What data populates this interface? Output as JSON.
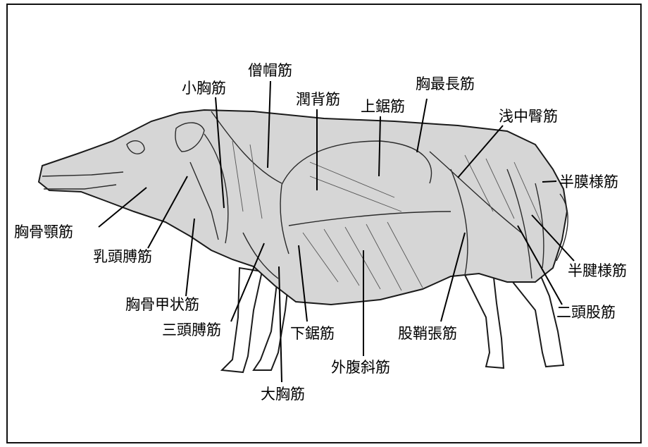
{
  "labels": {
    "sokyokin": "僧帽筋",
    "shokyokin": "小胸筋",
    "junhaikin": "潤背筋",
    "kyosaichokin": "胸最長筋",
    "jokyokin": "上鋸筋",
    "sentyudenkin": "浅中臀筋",
    "hanmakuyokin": "半膜様筋",
    "kyokotsugakukin": "胸骨顎筋",
    "nyutowankin": "乳頭膊筋",
    "hankenyokin": "半腱様筋",
    "kyokotsukojokin": "胸骨甲状筋",
    "nitokotokin": "二頭股筋",
    "santowankin": "三頭膊筋",
    "kakyokin": "下鋸筋",
    "kosho_chokin": "股鞘張筋",
    "gaifukushakin": "外腹斜筋",
    "daikyokin": "大胸筋"
  }
}
